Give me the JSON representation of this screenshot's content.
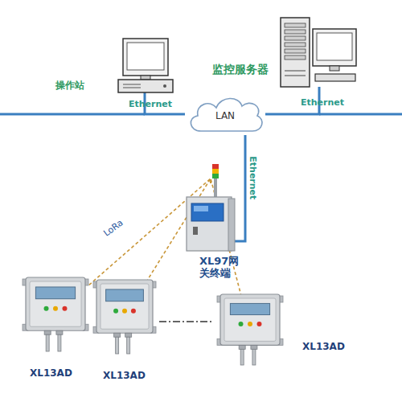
{
  "diagram": {
    "nodes": [
      {
        "text": [
          "操作站"
        ]
      },
      {
        "text": [
          "监控服务器"
        ]
      },
      {
        "text": [
          "LAN"
        ]
      },
      {
        "text": [
          "XL97网 关终端"
        ]
      },
      {
        "text": [
          "XL13AD"
        ]
      },
      {
        "text": [
          "XL13AD"
        ]
      },
      {
        "text": [
          "XL13AD"
        ]
      }
    ],
    "edges": [
      {
        "from": 0,
        "to": 2,
        "arrow": "none",
        "label": "Ethernet"
      },
      {
        "from": 1,
        "to": 2,
        "arrow": "none",
        "label": "Ethernet"
      },
      {
        "from": 2,
        "to": 3,
        "arrow": "none",
        "label": "Ethernet"
      },
      {
        "from": 3,
        "to": 4,
        "arrow": "none",
        "label": "LoRa"
      },
      {
        "from": 3,
        "to": 5,
        "arrow": "none"
      },
      {
        "from": 3,
        "to": 6,
        "arrow": "none"
      }
    ]
  }
}
